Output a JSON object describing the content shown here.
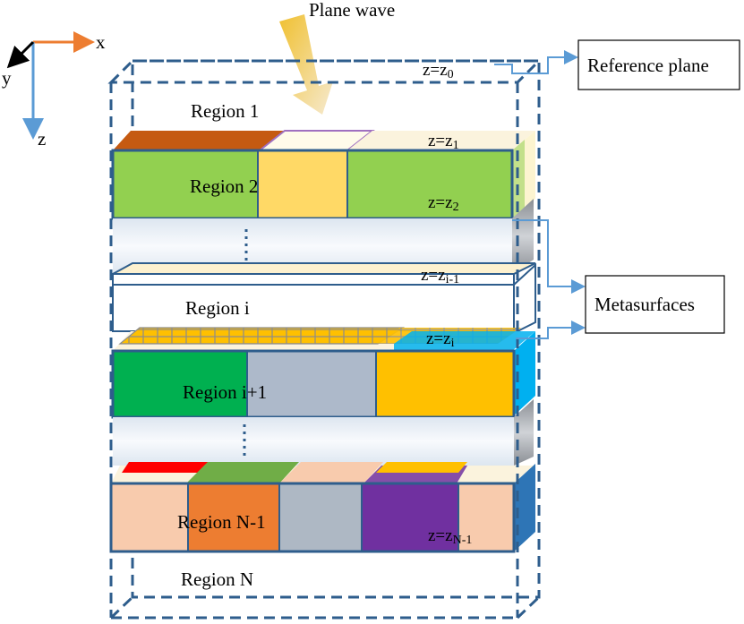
{
  "axes": {
    "x": "x",
    "y": "y",
    "z": "z"
  },
  "incident": "Plane wave",
  "callouts": {
    "reference_plane": "Reference plane",
    "metasurfaces": "Metasurfaces"
  },
  "regions": {
    "r1": "Region 1",
    "r2": "Region 2",
    "ri": "Region i",
    "ri1": "Region i+1",
    "rn1": "Region N-1",
    "rn": "Region N"
  },
  "planes": {
    "z0": {
      "main": "z=z",
      "sub": "0"
    },
    "z1": {
      "main": "z=z",
      "sub": "1"
    },
    "z2": {
      "main": "z=z",
      "sub": "2"
    },
    "zim1": {
      "main": "z=z",
      "sub": "i-1"
    },
    "zi": {
      "main": "z=z",
      "sub": "i"
    },
    "zn1": {
      "main": "z=z",
      "sub": "N-1"
    }
  },
  "colors": {
    "frame_dash": "#2e5d8c",
    "arrow_blue": "#5b9bd5",
    "axis_orange": "#ed7d31",
    "wave_yellow": "#f2c14e",
    "green_light": "#92d050",
    "yellow_light": "#ffd966",
    "green_dark": "#00b050",
    "grey_blue": "#adb9ca",
    "gold": "#ffc000",
    "peach": "#f8cbad",
    "orange": "#ed7d31",
    "grey": "#aeb8c4",
    "purple": "#7030a0",
    "cyan": "#00b0f0",
    "block_blue": "#2e75b6"
  }
}
